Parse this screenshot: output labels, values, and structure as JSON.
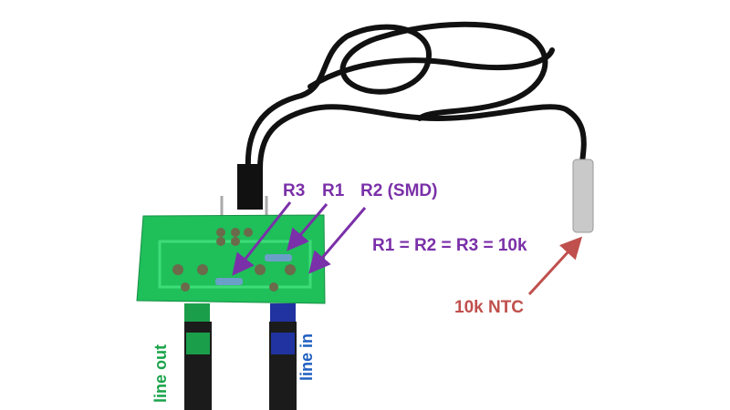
{
  "labels": {
    "r3": "R3",
    "r1": "R1",
    "r2": "R2 (SMD)",
    "equation": "R1 = R2 = R3 = 10k",
    "ntc": "10k NTC",
    "line_out": "line out",
    "line_in": "line in"
  },
  "colors": {
    "resistor_label": "#7a30a8",
    "ntc_label": "#c0504d",
    "line_out": "#1aa34a",
    "line_in": "#1f5fc0",
    "pcb": "#1fbf5a"
  }
}
